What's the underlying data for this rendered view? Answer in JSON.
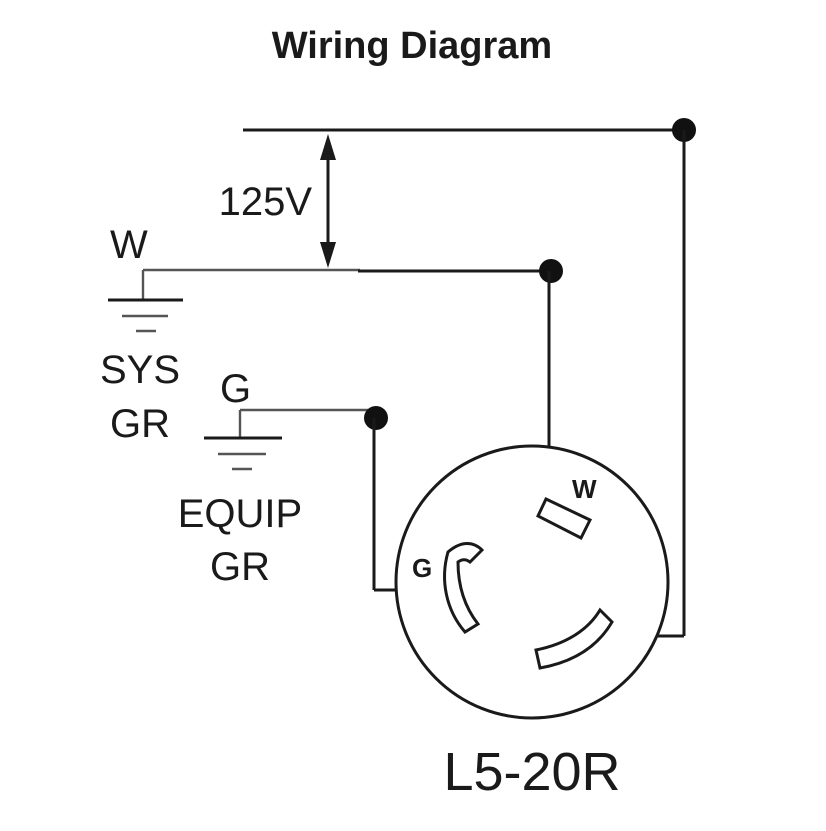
{
  "diagram": {
    "title": "Wiring Diagram",
    "voltage_label": "125V",
    "labels": {
      "w_wire": "W",
      "sys_gr_line1": "SYS",
      "sys_gr_line2": "GR",
      "g_wire": "G",
      "equip_gr_line1": "EQUIP",
      "equip_gr_line2": "GR"
    },
    "receptacle": {
      "model": "L5-20R",
      "terminal_w": "W",
      "terminal_g": "G"
    },
    "colors": {
      "line": "#1a1a1a",
      "background": "#ffffff"
    }
  }
}
